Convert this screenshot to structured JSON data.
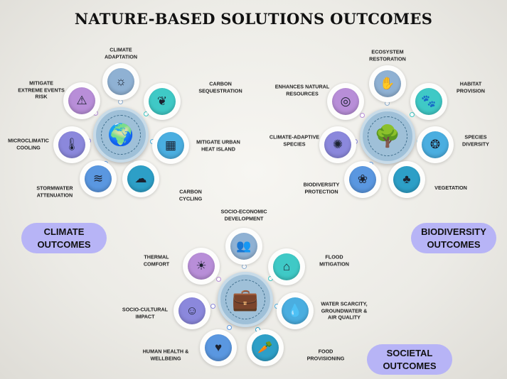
{
  "title": "NATURE-BASED SOLUTIONS OUTCOMES",
  "clusters": [
    {
      "id": "climate",
      "pill": "CLIMATE\nOUTCOMES",
      "hub_icon": "globe-hands-tractor-icon",
      "hub_glyph": "🌍",
      "nodes": [
        {
          "label": "CLIMATE\nADAPTATION",
          "icon": "person-cycle-icon",
          "glyph": "☼",
          "color": "#8fb1d3"
        },
        {
          "label": "CARBON\nSEQUESTRATION",
          "icon": "plant-co2-icon",
          "glyph": "❦",
          "color": "#3fc9c6"
        },
        {
          "label": "MITIGATE URBAN\nHEAT ISLAND",
          "icon": "city-buildings-icon",
          "glyph": "▦",
          "color": "#4aaee0"
        },
        {
          "label": "CARBON\nCYCLING",
          "icon": "co2-cloud-icon",
          "glyph": "☁",
          "color": "#2d9fc7"
        },
        {
          "label": "STORMWATER\nATTENUATION",
          "icon": "rain-water-icon",
          "glyph": "≋",
          "color": "#5a97e0"
        },
        {
          "label": "MICROCLIMATIC\nCOOLING",
          "icon": "thermometer-icon",
          "glyph": "🌡",
          "color": "#8b88dc"
        },
        {
          "label": "MITIGATE\nEXTREME EVENTS\nRISK",
          "icon": "warning-flood-icon",
          "glyph": "⚠",
          "color": "#b88ed8"
        }
      ]
    },
    {
      "id": "biodiversity",
      "pill": "BIODIVERSITY\nOUTCOMES",
      "hub_icon": "earth-tree-animals-icon",
      "hub_glyph": "🌳",
      "nodes": [
        {
          "label": "ECOSYSTEM\nRESTORATION",
          "icon": "map-hand-icon",
          "glyph": "✋",
          "color": "#8fb1d3"
        },
        {
          "label": "HABITAT\nPROVISION",
          "icon": "animals-habitat-icon",
          "glyph": "🐾",
          "color": "#3fc9c6"
        },
        {
          "label": "SPECIES\nDIVERSITY",
          "icon": "species-cycle-icon",
          "glyph": "❂",
          "color": "#4aaee0"
        },
        {
          "label": "VEGETATION",
          "icon": "trees-field-icon",
          "glyph": "♣",
          "color": "#2d9fc7"
        },
        {
          "label": "BIODIVERSITY\nPROTECTION",
          "icon": "hands-plant-icon",
          "glyph": "❀",
          "color": "#5a97e0"
        },
        {
          "label": "CLIMATE-ADAPTIVE\nSPECIES",
          "icon": "adaptive-species-icon",
          "glyph": "✺",
          "color": "#8b88dc"
        },
        {
          "label": "ENHANCES NATURAL\nRESOURCES",
          "icon": "natural-resources-icon",
          "glyph": "◎",
          "color": "#b88ed8"
        }
      ]
    },
    {
      "id": "societal",
      "pill": "SOCIETAL\nOUTCOMES",
      "hub_icon": "health-family-briefcase-icon",
      "hub_glyph": "💼",
      "nodes": [
        {
          "label": "SOCIO-ECONOMIC\nDEVELOPMENT",
          "icon": "people-growth-icon",
          "glyph": "👥",
          "color": "#8fb1d3"
        },
        {
          "label": "FLOOD\nMITIGATION",
          "icon": "flooded-house-icon",
          "glyph": "⌂",
          "color": "#3fc9c6"
        },
        {
          "label": "WATER SCARCITY,\nGROUNDWATER &\nAIR QUALITY",
          "icon": "water-drop-search-icon",
          "glyph": "💧",
          "color": "#4aaee0"
        },
        {
          "label": "FOOD\nPROVISIONING",
          "icon": "vegetables-icon",
          "glyph": "🥕",
          "color": "#2d9fc7"
        },
        {
          "label": "HUMAN HEALTH &\nWELLBEING",
          "icon": "head-heart-icon",
          "glyph": "♥",
          "color": "#5a97e0"
        },
        {
          "label": "SOCIO-CULTURAL\nIMPACT",
          "icon": "community-icon",
          "glyph": "☺",
          "color": "#8b88dc"
        },
        {
          "label": "THERMAL\nCOMFORT",
          "icon": "house-sun-icon",
          "glyph": "☀",
          "color": "#b88ed8"
        }
      ]
    }
  ]
}
